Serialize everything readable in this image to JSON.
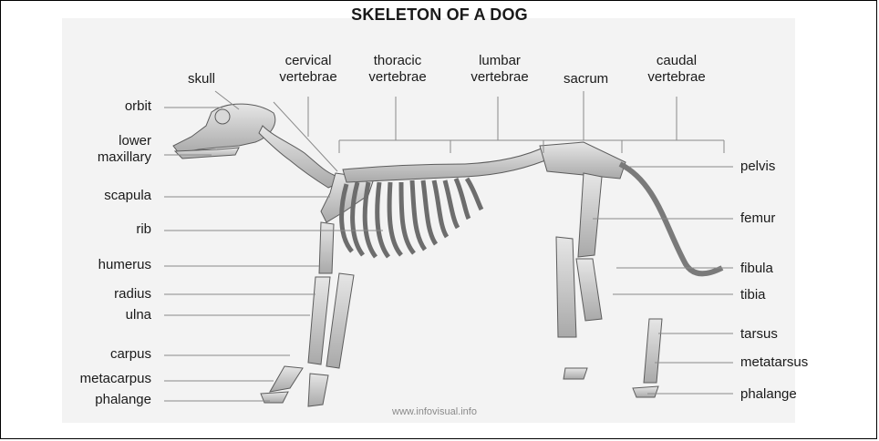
{
  "title": "SKELETON OF A DOG",
  "watermark": "www.infovisual.info",
  "labels": {
    "skull": "skull",
    "cervical": "cervical",
    "cervical2": "vertebrae",
    "thoracic": "thoracic",
    "thoracic2": "vertebrae",
    "lumbar": "lumbar",
    "lumbar2": "vertebrae",
    "sacrum": "sacrum",
    "caudal": "caudal",
    "caudal2": "vertebrae",
    "orbit": "orbit",
    "lower": "lower",
    "maxillary": "maxillary",
    "scapula": "scapula",
    "rib": "rib",
    "humerus": "humerus",
    "radius": "radius",
    "ulna": "ulna",
    "carpus": "carpus",
    "metacarpus": "metacarpus",
    "phalange_front": "phalange",
    "pelvis": "pelvis",
    "femur": "femur",
    "fibula": "fibula",
    "tibia": "tibia",
    "tarsus": "tarsus",
    "metatarsus": "metatarsus",
    "phalange_hind": "phalange"
  },
  "colors": {
    "bone": "#c8c8c8",
    "bone_dark": "#8c8c8c",
    "line": "#7a7a7a",
    "text": "#1a1a1a"
  }
}
